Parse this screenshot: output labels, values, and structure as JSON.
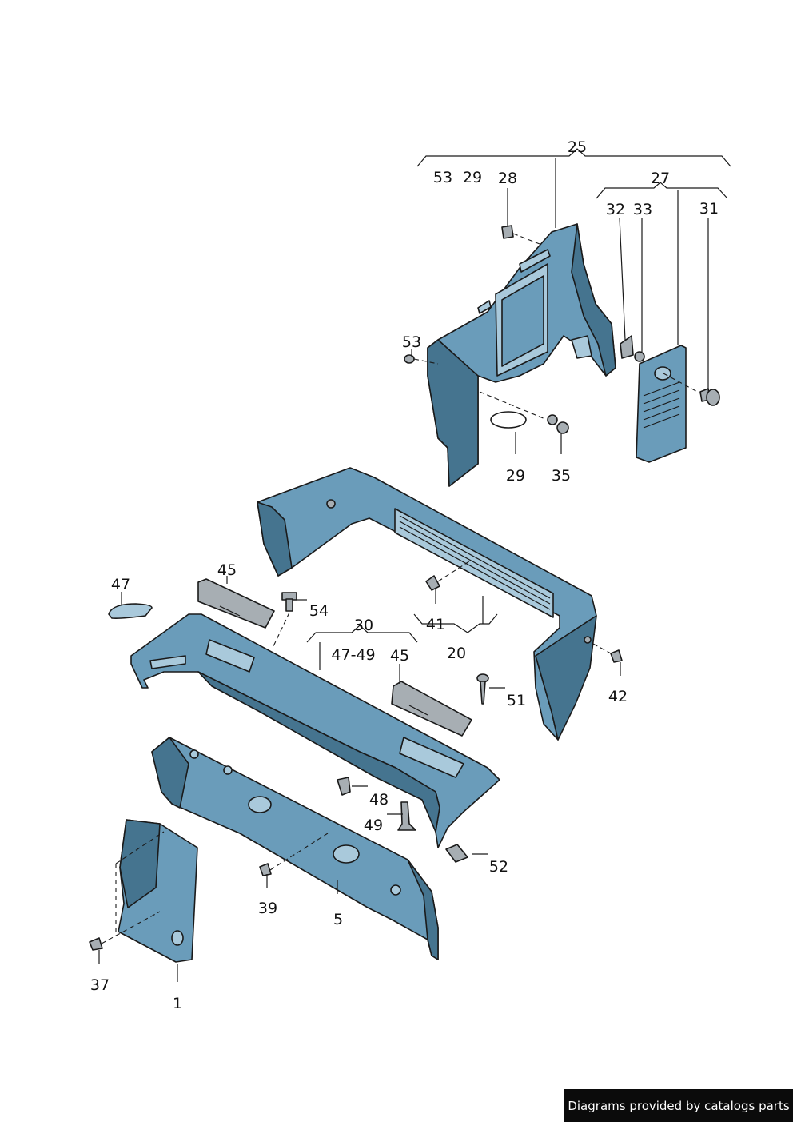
{
  "callouts": {
    "c25": "25",
    "c53a": "53",
    "c29a": "29",
    "c28": "28",
    "c27": "27",
    "c32": "32",
    "c33": "33",
    "c31": "31",
    "c53b": "53",
    "c29b": "29",
    "c35": "35",
    "c47a": "47",
    "c45a": "45",
    "c54": "54",
    "c30": "30",
    "c4749": "47-49",
    "c45b": "45",
    "c41": "41",
    "c20": "20",
    "c42": "42",
    "c51": "51",
    "c48": "48",
    "c49": "49",
    "c52": "52",
    "c39": "39",
    "c5": "5",
    "c37": "37",
    "c1": "1"
  },
  "footer": {
    "credit": "Diagrams provided by catalogs parts"
  }
}
